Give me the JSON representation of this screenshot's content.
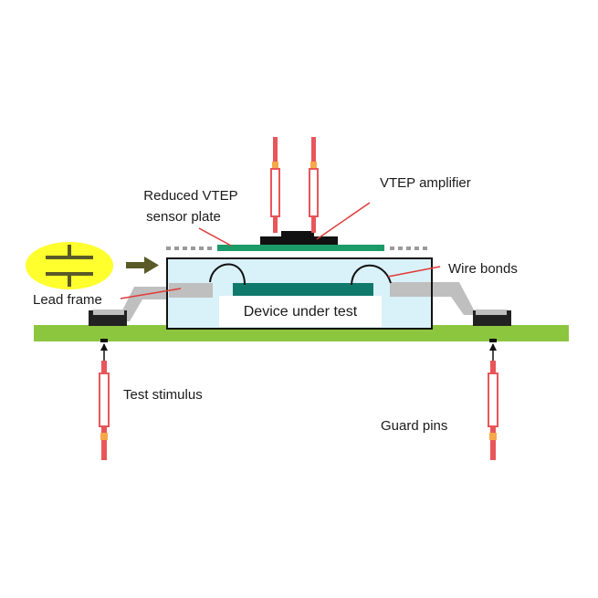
{
  "labels": {
    "reduced_vtep_line1": "Reduced VTEP",
    "reduced_vtep_line2": "sensor plate",
    "vtep_amplifier": "VTEP amplifier",
    "wire_bonds": "Wire bonds",
    "lead_frame": "Lead frame",
    "device_under_test": "Device under test",
    "test_stimulus": "Test stimulus",
    "guard_pins": "Guard pins"
  },
  "icons": {
    "capacitor": "capacitor-symbol-icon",
    "arrow": "right-arrow-icon"
  },
  "colors": {
    "board": "#8cc63f",
    "sensor_plate": "#1b9a6a",
    "die": "#0f7a6c",
    "package_fill": "#d9f1f8",
    "lead": "#bfbfbf",
    "pin_wire": "#e8565a",
    "pin_tip": "#f7a84a",
    "capacitor_badge": "#ffff2e",
    "callout_line": "#e23a3a",
    "arrow": "#5a5a28"
  }
}
